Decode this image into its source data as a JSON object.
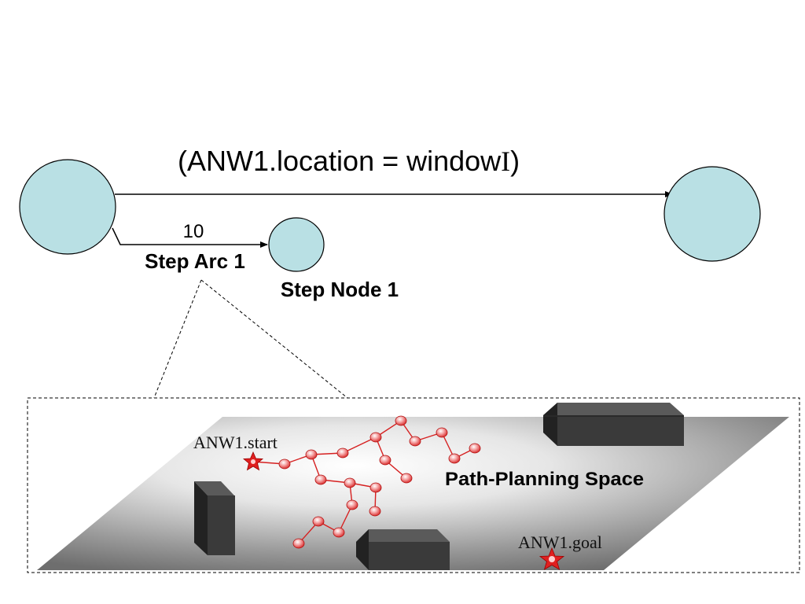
{
  "diagram": {
    "condition_label": "(ANW1.location = window",
    "condition_suffix": "I",
    "condition_close": ")",
    "arc_cost": "10",
    "step_arc_label": "Step Arc 1",
    "step_node_label": "Step Node 1",
    "start_label": "ANW1.start",
    "goal_label": "ANW1.goal",
    "space_label": "Path-Planning Space"
  },
  "colors": {
    "node_fill": "#b9e0e4",
    "tree_red": "#d62020",
    "obstacle": "#3a3a3a",
    "star": "#e02020"
  }
}
